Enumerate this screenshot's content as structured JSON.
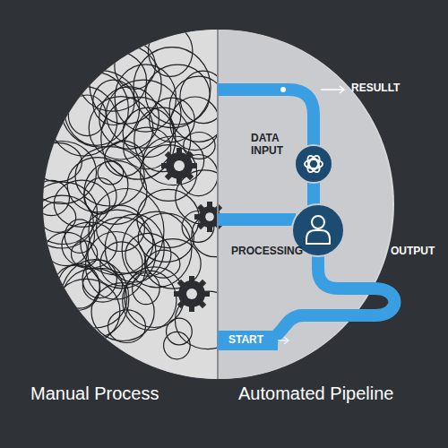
{
  "diagram": {
    "labels": [
      "RESULLT",
      "DATA INPUT",
      "PROCESSING",
      "OUTPUT",
      "START",
      "Manual Process",
      "Automated Pipeline"
    ]
  }
}
